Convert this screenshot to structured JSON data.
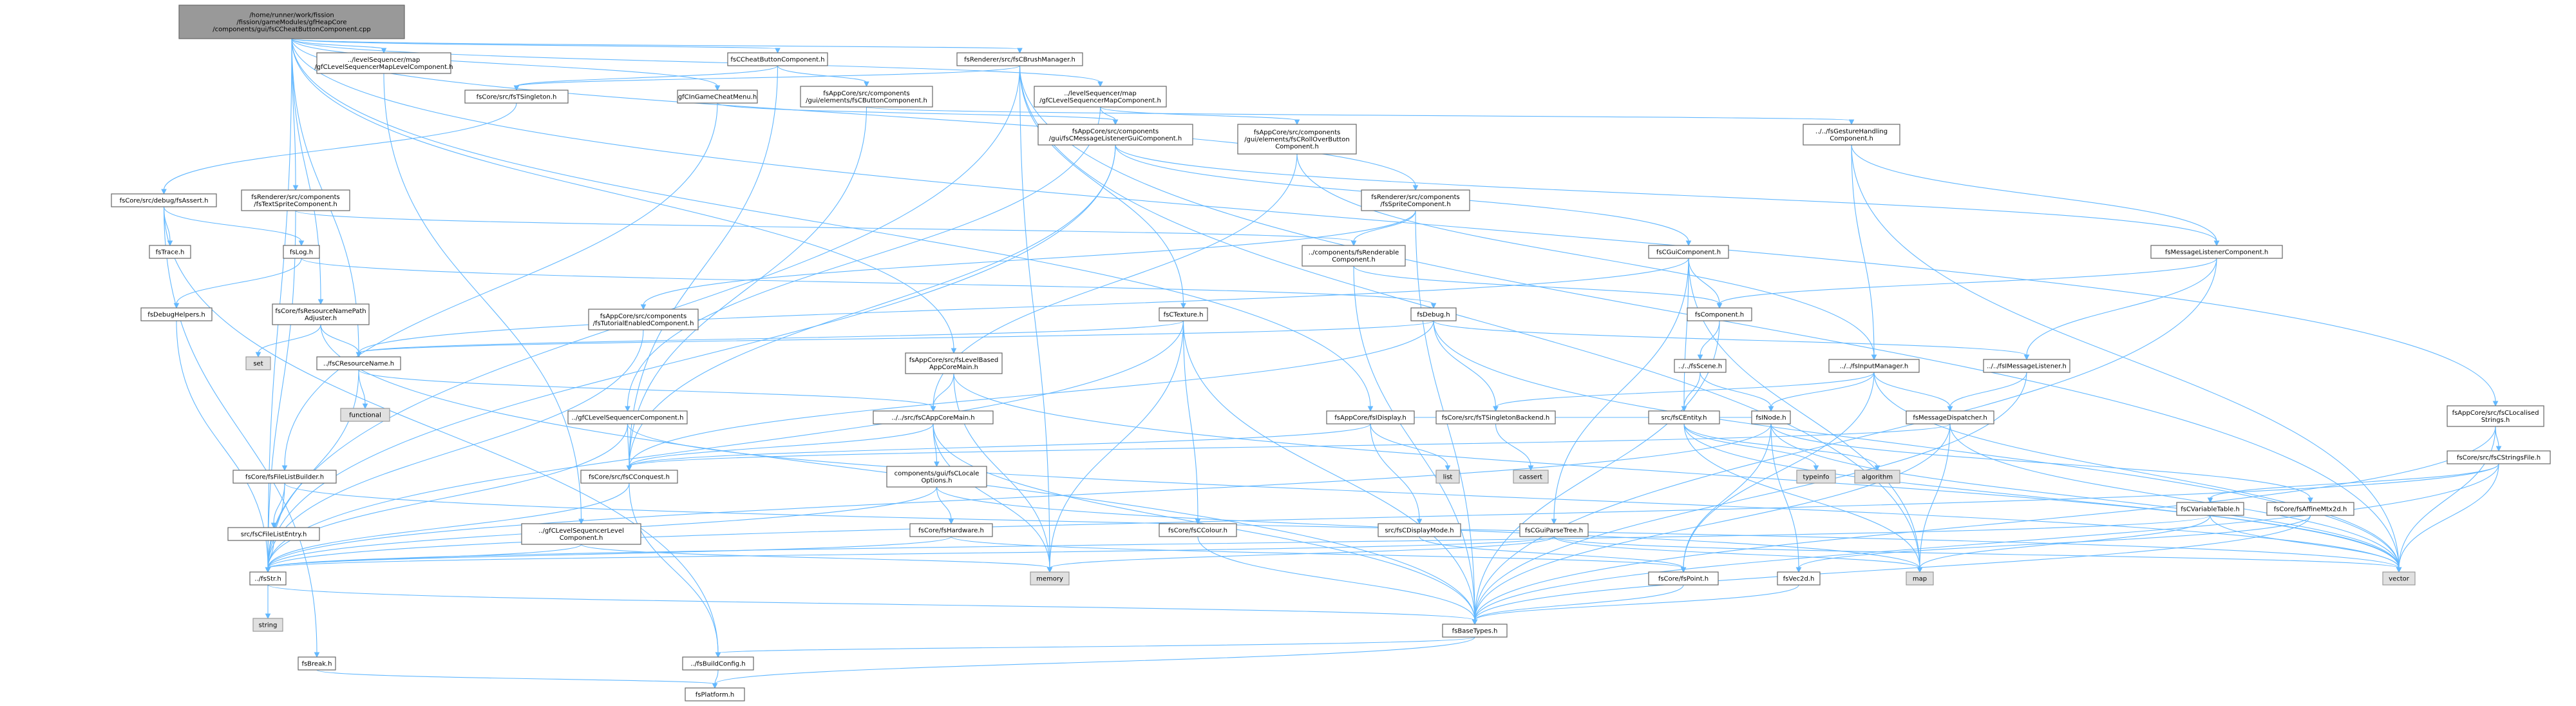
{
  "colors": {
    "root_fill": "#999999",
    "root_stroke": "#666666",
    "node_fill": "#ffffff",
    "node_stroke": "#666666",
    "external_fill": "#e0e0e0",
    "external_stroke": "#999999",
    "edge": "#63b8ff",
    "text": "#000000"
  },
  "nodes": [
    {
      "id": "root",
      "kind": "root",
      "lines": [
        "/home/runner/work/fission",
        "/fission/gameModules/gfHeapCore",
        "/components/gui/fsCCheatButtonComponent.cpp"
      ]
    },
    {
      "id": "mapLevel",
      "kind": "file",
      "lines": [
        "../levelSequencer/map",
        "/gfCLevelSequencerMapLevelComponent.h"
      ]
    },
    {
      "id": "cheatBtn",
      "kind": "file",
      "lines": [
        "fsCCheatButtonComponent.h"
      ]
    },
    {
      "id": "brushMgr",
      "kind": "file",
      "lines": [
        "fsRenderer/src/fsCBrushManager.h"
      ]
    },
    {
      "id": "singleton",
      "kind": "file",
      "lines": [
        "fsCore/src/fsTSingleton.h"
      ]
    },
    {
      "id": "inGameCheat",
      "kind": "file",
      "lines": [
        "gfCInGameCheatMenu.h"
      ]
    },
    {
      "id": "buttonComp",
      "kind": "file",
      "lines": [
        "fsAppCore/src/components",
        "/gui/elements/fsCButtonComponent.h"
      ]
    },
    {
      "id": "mapComp",
      "kind": "file",
      "lines": [
        "../levelSequencer/map",
        "/gfCLevelSequencerMapComponent.h"
      ]
    },
    {
      "id": "msgListenerGui",
      "kind": "file",
      "lines": [
        "fsAppCore/src/components",
        "/gui/fsCMessageListenerGuiComponent.h"
      ]
    },
    {
      "id": "rollOver",
      "kind": "file",
      "lines": [
        "fsAppCore/src/components",
        "/gui/elements/fsCRollOverButton",
        "Component.h"
      ]
    },
    {
      "id": "gesture",
      "kind": "file",
      "lines": [
        "../../fsGestureHandling",
        "Component.h"
      ]
    },
    {
      "id": "debugAssert",
      "kind": "file",
      "lines": [
        "fsCore/src/debug/fsAssert.h"
      ]
    },
    {
      "id": "textSprite",
      "kind": "file",
      "lines": [
        "fsRenderer/src/components",
        "/fsTextSpriteComponent.h"
      ]
    },
    {
      "id": "spriteComp",
      "kind": "file",
      "lines": [
        "fsRenderer/src/components",
        "/fsSpriteComponent.h"
      ]
    },
    {
      "id": "trace",
      "kind": "file",
      "lines": [
        "fsTrace.h"
      ]
    },
    {
      "id": "log",
      "kind": "file",
      "lines": [
        "fsLog.h"
      ]
    },
    {
      "id": "renderable",
      "kind": "file",
      "lines": [
        "../components/fsRenderable",
        "Component.h"
      ]
    },
    {
      "id": "guiComp",
      "kind": "file",
      "lines": [
        "fsCGuiComponent.h"
      ]
    },
    {
      "id": "msgListenerComp",
      "kind": "file",
      "lines": [
        "fsMessageListenerComponent.h"
      ]
    },
    {
      "id": "debugHelpers",
      "kind": "file",
      "lines": [
        "fsDebugHelpers.h"
      ]
    },
    {
      "id": "namePath",
      "kind": "file",
      "lines": [
        "fsCore/fsResourceNamePath",
        "Adjuster.h"
      ]
    },
    {
      "id": "tutorial",
      "kind": "file",
      "lines": [
        "fsAppCore/src/components",
        "/fsTutorialEnabledComponent.h"
      ]
    },
    {
      "id": "texture",
      "kind": "file",
      "lines": [
        "fsCTexture.h"
      ]
    },
    {
      "id": "debug",
      "kind": "file",
      "lines": [
        "fsDebug.h"
      ]
    },
    {
      "id": "component",
      "kind": "file",
      "lines": [
        "fsComponent.h"
      ]
    },
    {
      "id": "set",
      "kind": "ext",
      "lines": [
        "set"
      ]
    },
    {
      "id": "resName",
      "kind": "file",
      "lines": [
        "../fsCResourceName.h"
      ]
    },
    {
      "id": "levelBased",
      "kind": "file",
      "lines": [
        "fsAppCore/src/fsLevelBased",
        "AppCoreMain.h"
      ]
    },
    {
      "id": "scene",
      "kind": "file",
      "lines": [
        "../../fsScene.h"
      ]
    },
    {
      "id": "inputMgr",
      "kind": "file",
      "lines": [
        "../../fsInputManager.h"
      ]
    },
    {
      "id": "msgListener",
      "kind": "file",
      "lines": [
        "../../fsIMessageListener.h"
      ]
    },
    {
      "id": "functional",
      "kind": "ext",
      "lines": [
        "functional"
      ]
    },
    {
      "id": "seqComp",
      "kind": "file",
      "lines": [
        "../gfCLevelSequencerComponent.h"
      ]
    },
    {
      "id": "appCoreMain",
      "kind": "file",
      "lines": [
        "../../src/fsCAppCoreMain.h"
      ]
    },
    {
      "id": "display",
      "kind": "file",
      "lines": [
        "fsAppCore/fsIDisplay.h"
      ]
    },
    {
      "id": "singletonBackend",
      "kind": "file",
      "lines": [
        "fsCore/src/fsTSingletonBackend.h"
      ]
    },
    {
      "id": "entity",
      "kind": "file",
      "lines": [
        "src/fsCEntity.h"
      ]
    },
    {
      "id": "msgDispatcher",
      "kind": "file",
      "lines": [
        "fsMessageDispatcher.h"
      ]
    },
    {
      "id": "localised",
      "kind": "file",
      "lines": [
        "fsAppCore/src/fsCLocalised",
        "Strings.h"
      ]
    },
    {
      "id": "fileList",
      "kind": "file",
      "lines": [
        "fsCore/fsFileListBuilder.h"
      ]
    },
    {
      "id": "conquest",
      "kind": "file",
      "lines": [
        "fsCore/src/fsCConquest.h"
      ]
    },
    {
      "id": "locale",
      "kind": "file",
      "lines": [
        "components/gui/fsCLocale",
        "Options.h"
      ]
    },
    {
      "id": "list",
      "kind": "ext",
      "lines": [
        "list"
      ]
    },
    {
      "id": "cassert",
      "kind": "ext",
      "lines": [
        "cassert"
      ]
    },
    {
      "id": "typeinfo",
      "kind": "ext",
      "lines": [
        "typeinfo"
      ]
    },
    {
      "id": "algorithm",
      "kind": "ext",
      "lines": [
        "algorithm"
      ]
    },
    {
      "id": "stringsFile",
      "kind": "file",
      "lines": [
        "fsCore/src/fsCStringsFile.h"
      ]
    },
    {
      "id": "node",
      "kind": "file",
      "lines": [
        "fsINode.h"
      ]
    },
    {
      "id": "fileListEntry",
      "kind": "file",
      "lines": [
        "src/fsCFileListEntry.h"
      ]
    },
    {
      "id": "seqLevel",
      "kind": "file",
      "lines": [
        "../gfCLevelSequencerLevel",
        "Component.h"
      ]
    },
    {
      "id": "hardware",
      "kind": "file",
      "lines": [
        "fsCore/fsHardware.h"
      ]
    },
    {
      "id": "colour",
      "kind": "file",
      "lines": [
        "fsCore/fsCColour.h"
      ]
    },
    {
      "id": "displayMode",
      "kind": "file",
      "lines": [
        "src/fsCDisplayMode.h"
      ]
    },
    {
      "id": "guiParseTree",
      "kind": "file",
      "lines": [
        "fsCGuiParseTree.h"
      ]
    },
    {
      "id": "variableTable",
      "kind": "file",
      "lines": [
        "fsCVariableTable.h"
      ]
    },
    {
      "id": "affineMtx",
      "kind": "file",
      "lines": [
        "fsCore/fsAffineMtx2d.h"
      ]
    },
    {
      "id": "str",
      "kind": "file",
      "lines": [
        "../fsStr.h"
      ]
    },
    {
      "id": "memory",
      "kind": "ext",
      "lines": [
        "memory"
      ]
    },
    {
      "id": "map",
      "kind": "ext",
      "lines": [
        "map"
      ]
    },
    {
      "id": "vec2d",
      "kind": "file",
      "lines": [
        "fsVec2d.h"
      ]
    },
    {
      "id": "vector",
      "kind": "ext",
      "lines": [
        "vector"
      ]
    },
    {
      "id": "point",
      "kind": "file",
      "lines": [
        "fsCore/fsPoint.h"
      ]
    },
    {
      "id": "string",
      "kind": "ext",
      "lines": [
        "string"
      ]
    },
    {
      "id": "baseTypes",
      "kind": "file",
      "lines": [
        "fsBaseTypes.h"
      ]
    },
    {
      "id": "break",
      "kind": "file",
      "lines": [
        "fsBreak.h"
      ]
    },
    {
      "id": "buildConfig",
      "kind": "file",
      "lines": [
        "../fsBuildConfig.h"
      ]
    },
    {
      "id": "platform",
      "kind": "file",
      "lines": [
        "fsPlatform.h"
      ]
    }
  ],
  "edges": [
    [
      "root",
      "mapLevel"
    ],
    [
      "root",
      "cheatBtn"
    ],
    [
      "root",
      "brushMgr"
    ],
    [
      "root",
      "inGameCheat"
    ],
    [
      "root",
      "mapComp"
    ],
    [
      "root",
      "spriteComp"
    ],
    [
      "root",
      "textSprite"
    ],
    [
      "root",
      "namePath"
    ],
    [
      "root",
      "resName"
    ],
    [
      "root",
      "levelBased"
    ],
    [
      "root",
      "display"
    ],
    [
      "root",
      "localised"
    ],
    [
      "root",
      "str"
    ],
    [
      "mapLevel",
      "seqLevel"
    ],
    [
      "cheatBtn",
      "buttonComp"
    ],
    [
      "cheatBtn",
      "singleton"
    ],
    [
      "cheatBtn",
      "conquest"
    ],
    [
      "brushMgr",
      "singleton"
    ],
    [
      "brushMgr",
      "texture"
    ],
    [
      "brushMgr",
      "memory"
    ],
    [
      "brushMgr",
      "vector"
    ],
    [
      "brushMgr",
      "map"
    ],
    [
      "brushMgr",
      "str"
    ],
    [
      "singleton",
      "debugAssert"
    ],
    [
      "inGameCheat",
      "msgListenerGui"
    ],
    [
      "inGameCheat",
      "fileList"
    ],
    [
      "buttonComp",
      "gesture"
    ],
    [
      "buttonComp",
      "conquest"
    ],
    [
      "mapComp",
      "msgListenerGui"
    ],
    [
      "mapComp",
      "rollOver"
    ],
    [
      "mapComp",
      "seqComp"
    ],
    [
      "msgListenerGui",
      "guiComp"
    ],
    [
      "msgListenerGui",
      "msgListenerComp"
    ],
    [
      "msgListenerGui",
      "str"
    ],
    [
      "msgListenerGui",
      "conquest"
    ],
    [
      "rollOver",
      "inputMgr"
    ],
    [
      "rollOver",
      "appCoreMain"
    ],
    [
      "gesture",
      "msgListenerComp"
    ],
    [
      "gesture",
      "inputMgr"
    ],
    [
      "gesture",
      "vector"
    ],
    [
      "debugAssert",
      "trace"
    ],
    [
      "debugAssert",
      "log"
    ],
    [
      "debugAssert",
      "break"
    ],
    [
      "debugAssert",
      "buildConfig"
    ],
    [
      "textSprite",
      "renderable"
    ],
    [
      "textSprite",
      "str"
    ],
    [
      "spriteComp",
      "renderable"
    ],
    [
      "spriteComp",
      "tutorial"
    ],
    [
      "spriteComp",
      "baseTypes"
    ],
    [
      "log",
      "debugHelpers"
    ],
    [
      "log",
      "debug"
    ],
    [
      "renderable",
      "component"
    ],
    [
      "renderable",
      "baseTypes"
    ],
    [
      "guiComp",
      "component"
    ],
    [
      "guiComp",
      "entity"
    ],
    [
      "guiComp",
      "guiParseTree"
    ],
    [
      "guiComp",
      "resName"
    ],
    [
      "guiComp",
      "map"
    ],
    [
      "msgListenerComp",
      "component"
    ],
    [
      "msgListenerComp",
      "msgListener"
    ],
    [
      "msgListenerComp",
      "baseTypes"
    ],
    [
      "debugHelpers",
      "str"
    ],
    [
      "namePath",
      "set"
    ],
    [
      "namePath",
      "resName"
    ],
    [
      "namePath",
      "baseTypes"
    ],
    [
      "tutorial",
      "str"
    ],
    [
      "texture",
      "resName"
    ],
    [
      "texture",
      "colour"
    ],
    [
      "texture",
      "baseTypes"
    ],
    [
      "texture",
      "memory"
    ],
    [
      "texture",
      "str"
    ],
    [
      "debug",
      "msgListener"
    ],
    [
      "debug",
      "singletonBackend"
    ],
    [
      "debug",
      "conquest"
    ],
    [
      "debug",
      "resName"
    ],
    [
      "debug",
      "vector"
    ],
    [
      "component",
      "scene"
    ],
    [
      "component",
      "baseTypes"
    ],
    [
      "resName",
      "functional"
    ],
    [
      "resName",
      "str"
    ],
    [
      "resName",
      "appCoreMain"
    ],
    [
      "levelBased",
      "appCoreMain"
    ],
    [
      "levelBased",
      "memory"
    ],
    [
      "levelBased",
      "vector"
    ],
    [
      "scene",
      "entity"
    ],
    [
      "scene",
      "node"
    ],
    [
      "inputMgr",
      "msgDispatcher"
    ],
    [
      "inputMgr",
      "singletonBackend"
    ],
    [
      "inputMgr",
      "node"
    ],
    [
      "inputMgr",
      "point"
    ],
    [
      "inputMgr",
      "vector"
    ],
    [
      "msgListener",
      "msgDispatcher"
    ],
    [
      "msgListener",
      "baseTypes"
    ],
    [
      "seqComp",
      "conquest"
    ],
    [
      "seqComp",
      "str"
    ],
    [
      "seqComp",
      "vector"
    ],
    [
      "appCoreMain",
      "locale"
    ],
    [
      "appCoreMain",
      "conquest"
    ],
    [
      "appCoreMain",
      "baseTypes"
    ],
    [
      "appCoreMain",
      "memory"
    ],
    [
      "display",
      "list"
    ],
    [
      "display",
      "displayMode"
    ],
    [
      "display",
      "conquest"
    ],
    [
      "display",
      "node"
    ],
    [
      "singletonBackend",
      "cassert"
    ],
    [
      "entity",
      "typeinfo"
    ],
    [
      "entity",
      "algorithm"
    ],
    [
      "entity",
      "node"
    ],
    [
      "entity",
      "map"
    ],
    [
      "entity",
      "vector"
    ],
    [
      "msgDispatcher",
      "conquest"
    ],
    [
      "msgDispatcher",
      "map"
    ],
    [
      "msgDispatcher",
      "vector"
    ],
    [
      "msgDispatcher",
      "baseTypes"
    ],
    [
      "localised",
      "stringsFile"
    ],
    [
      "localised",
      "vector"
    ],
    [
      "localised",
      "baseTypes"
    ],
    [
      "fileList",
      "fileListEntry"
    ],
    [
      "fileList",
      "str"
    ],
    [
      "fileList",
      "vector"
    ],
    [
      "conquest",
      "str"
    ],
    [
      "conquest",
      "buildConfig"
    ],
    [
      "locale",
      "hardware"
    ],
    [
      "locale",
      "str"
    ],
    [
      "locale",
      "map"
    ],
    [
      "stringsFile",
      "variableTable"
    ],
    [
      "stringsFile",
      "str"
    ],
    [
      "stringsFile",
      "vector"
    ],
    [
      "stringsFile",
      "baseTypes"
    ],
    [
      "node",
      "affineMtx"
    ],
    [
      "node",
      "vec2d"
    ],
    [
      "node",
      "point"
    ],
    [
      "node",
      "vector"
    ],
    [
      "node",
      "str"
    ],
    [
      "fileListEntry",
      "str"
    ],
    [
      "seqLevel",
      "str"
    ],
    [
      "seqLevel",
      "memory"
    ],
    [
      "hardware",
      "point"
    ],
    [
      "hardware",
      "str"
    ],
    [
      "colour",
      "baseTypes"
    ],
    [
      "displayMode",
      "point"
    ],
    [
      "guiParseTree",
      "str"
    ],
    [
      "guiParseTree",
      "memory"
    ],
    [
      "guiParseTree",
      "map"
    ],
    [
      "guiParseTree",
      "vector"
    ],
    [
      "variableTable",
      "map"
    ],
    [
      "variableTable",
      "vector"
    ],
    [
      "variableTable",
      "str"
    ],
    [
      "affineMtx",
      "vec2d"
    ],
    [
      "affineMtx",
      "baseTypes"
    ],
    [
      "str",
      "string"
    ],
    [
      "str",
      "baseTypes"
    ],
    [
      "vec2d",
      "baseTypes"
    ],
    [
      "point",
      "baseTypes"
    ],
    [
      "baseTypes",
      "buildConfig"
    ],
    [
      "baseTypes",
      "platform"
    ],
    [
      "break",
      "platform"
    ],
    [
      "buildConfig",
      "platform"
    ]
  ]
}
